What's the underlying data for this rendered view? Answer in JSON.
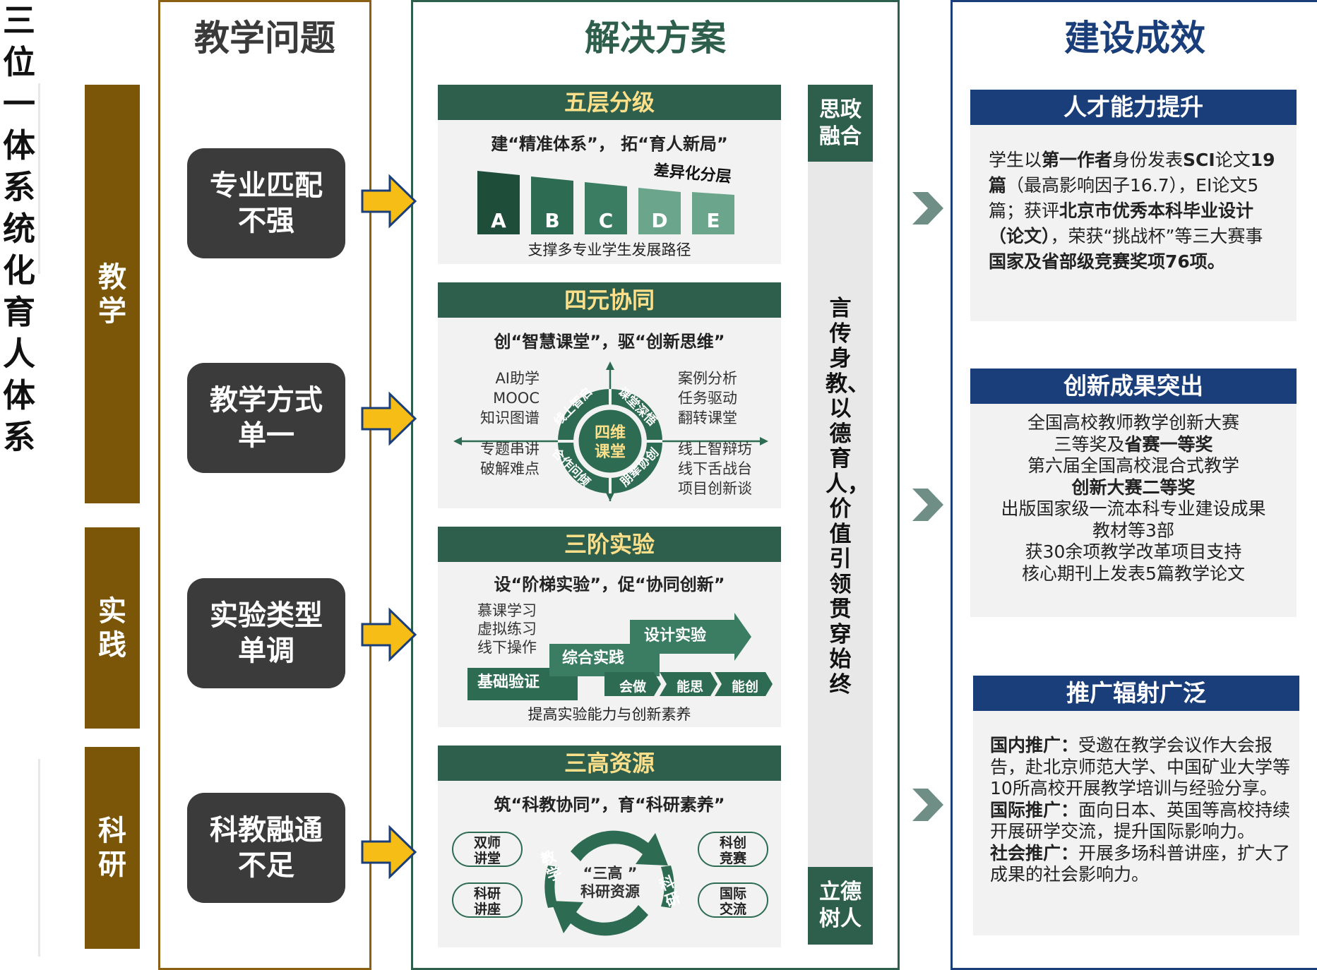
{
  "side_title": "三位一体系统化育人体系",
  "categories": {
    "teaching": "教学",
    "practice": "实践",
    "research": "科研"
  },
  "columns": {
    "problems": "教学问题",
    "solutions": "解决方案",
    "results": "建设成效"
  },
  "problems": [
    {
      "line1": "专业匹配",
      "line2": "不强"
    },
    {
      "line1": "教学方式",
      "line2": "单一"
    },
    {
      "line1": "实验类型",
      "line2": "单调"
    },
    {
      "line1": "科教融通",
      "line2": "不足"
    }
  ],
  "solutions": {
    "five_levels": {
      "title": "五层分级",
      "subtitle": "建“精准体系”， 拓“育人新局”",
      "levels": [
        "A",
        "B",
        "C",
        "D",
        "E"
      ],
      "label": "差异化分层",
      "caption": "支撑多专业学生发展路径"
    },
    "four_elements": {
      "title": "四元协同",
      "subtitle": "创“智慧课堂”，驱“创新思维”",
      "center_line1": "四维",
      "center_line2": "课堂",
      "arc_tl": "线上智启",
      "arc_tr": "课堂深悟",
      "arc_bl": "合作问倾",
      "arc_br": "朋辈协创",
      "left_top": [
        "AI助学",
        "MOOC",
        "知识图谱"
      ],
      "right_top": [
        "案例分析",
        "任务驱动",
        "翻转课堂"
      ],
      "left_bottom": [
        "专题串讲",
        "破解难点"
      ],
      "right_bottom": [
        "线上智辩坊",
        "线下舌战台",
        "项目创新谈"
      ]
    },
    "three_stage": {
      "title": "三阶实验",
      "subtitle": "设“阶梯实验”，促“协同创新”",
      "left_items": [
        "慕课学习",
        "虚拟练习",
        "线下操作"
      ],
      "stage1": "基础验证",
      "stage2": "综合实践",
      "stage3": "设计实验",
      "chevrons": [
        "会做",
        "能思",
        "能创"
      ],
      "caption": "提高实验能力与创新素养"
    },
    "three_high": {
      "title": "三高资源",
      "subtitle": "筑“科教协同”，育“科研素养”",
      "center_line1": "“三高 ”",
      "center_line2": "科研资源",
      "arc_left": "教学",
      "arc_right": "科研",
      "left_pills": [
        {
          "a": "双师",
          "b": "讲堂"
        },
        {
          "a": "科研",
          "b": "讲座"
        }
      ],
      "right_pills": [
        {
          "a": "科创",
          "b": "竞赛"
        },
        {
          "a": "国际",
          "b": "交流"
        }
      ]
    },
    "side_top": {
      "line1": "思政",
      "line2": "融合"
    },
    "side_bottom": {
      "line1": "立德",
      "line2": "树人"
    },
    "side_vertical": "言传身教、以德育人，价值引领贯穿始终"
  },
  "results": {
    "talent": {
      "title": "人才能力提升",
      "segments": [
        {
          "t": "学生以",
          "b": false
        },
        {
          "t": "第一作者",
          "b": true
        },
        {
          "t": "身份发表",
          "b": false
        },
        {
          "t": "SCI",
          "b": true
        },
        {
          "t": "论文",
          "b": false
        },
        {
          "t": "19篇",
          "b": true
        },
        {
          "t": "（最高影响因子16.7），EI论文5篇；获评",
          "b": false
        },
        {
          "t": "北京市优秀本科毕业设计（论文）",
          "b": true
        },
        {
          "t": "，荣获“挑战杯”等三大赛事",
          "b": false
        },
        {
          "t": "国家及省部级竞赛奖项76项。",
          "b": true
        }
      ]
    },
    "innovation": {
      "title": "创新成果突出",
      "lines": [
        [
          {
            "t": "全国高校教师教学创新大赛",
            "b": false
          }
        ],
        [
          {
            "t": "三等奖及",
            "b": false
          },
          {
            "t": "省赛一等奖",
            "b": true
          }
        ],
        [
          {
            "t": "第六届全国高校混合式教学",
            "b": false
          }
        ],
        [
          {
            "t": "创新大赛二等奖",
            "b": true
          }
        ],
        [
          {
            "t": "出版国家级一流本科专业建设成果",
            "b": false
          }
        ],
        [
          {
            "t": "教材等3部",
            "b": false
          }
        ],
        [
          {
            "t": "获30余项教学改革项目支持",
            "b": false
          }
        ],
        [
          {
            "t": "核心期刊上发表5篇教学论文",
            "b": false
          }
        ]
      ]
    },
    "promotion": {
      "title": "推广辐射广泛",
      "paras": [
        [
          {
            "t": "国内推广：",
            "b": true
          },
          {
            "t": "受邀在教学会议作大会报告，赴北京师范大学、中国矿业大学等10所高校开展教学培训与经验分享。",
            "b": false
          }
        ],
        [
          {
            "t": "国际推广：",
            "b": true
          },
          {
            "t": "面向日本、英国等高校持续开展研学交流，提升国际影响力。",
            "b": false
          }
        ],
        [
          {
            "t": "社会推广：",
            "b": true
          },
          {
            "t": "开展多场科普讲座，扩大了成果的社会影响力。",
            "b": false
          }
        ]
      ]
    }
  },
  "colors": {
    "brown": "#7b5608",
    "green": "#2d5f4c",
    "navy": "#1a3e7a",
    "yellow": "#f6bd16",
    "problem": "#3b3b3b"
  }
}
